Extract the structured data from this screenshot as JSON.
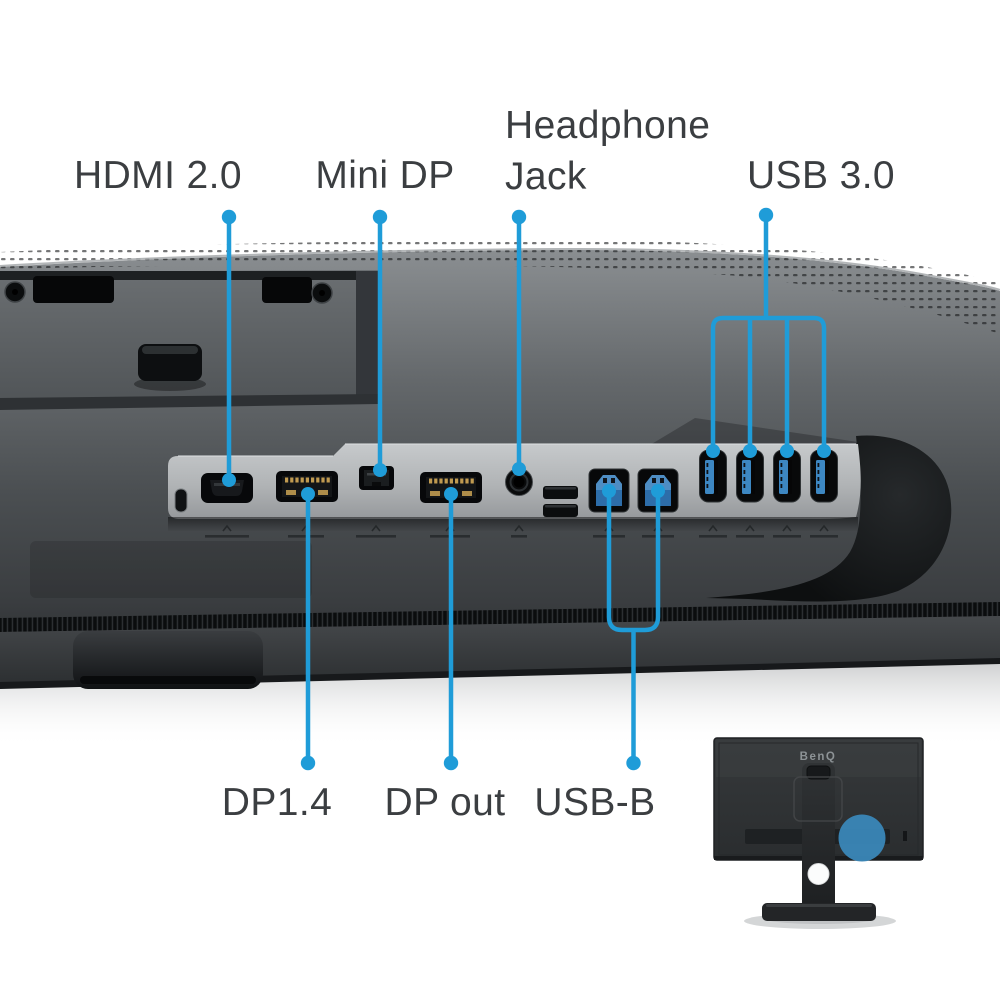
{
  "diagram": {
    "accent_color": "#1f9cd8",
    "brand": "BenQ",
    "callouts_top": [
      {
        "id": "hdmi",
        "label": "HDMI 2.0"
      },
      {
        "id": "mini-dp",
        "label": "Mini DP"
      },
      {
        "id": "headphone-jack",
        "label_lines": [
          "Headphone",
          "Jack"
        ]
      },
      {
        "id": "usb3",
        "label": "USB 3.0",
        "ports_grouped": 4
      }
    ],
    "callouts_bottom": [
      {
        "id": "dp14",
        "label": "DP1.4"
      },
      {
        "id": "dp-out",
        "label": "DP out"
      },
      {
        "id": "usb-b",
        "label": "USB-B",
        "ports_grouped": 2
      }
    ]
  }
}
